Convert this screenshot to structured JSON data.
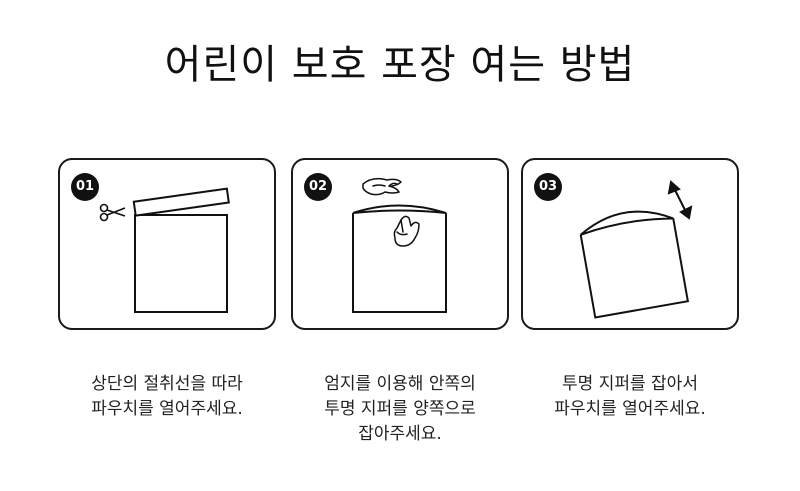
{
  "title": "어린이 보호 포장 여는 방법",
  "steps": [
    {
      "number": "01",
      "lines": [
        "상단의 절취선을 따라",
        "파우치를 열어주세요."
      ]
    },
    {
      "number": "02",
      "lines": [
        "엄지를 이용해 안쪽의",
        "투명 지퍼를 양쪽으로",
        "잡아주세요."
      ]
    },
    {
      "number": "03",
      "lines": [
        "투명 지퍼를 잡아서",
        "파우치를 열어주세요."
      ]
    }
  ]
}
